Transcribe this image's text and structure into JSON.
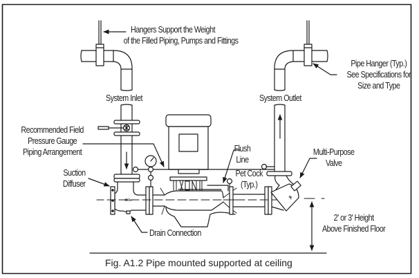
{
  "figure": {
    "caption": "Fig. A1.2  Pipe mounted supported at ceiling"
  },
  "labels": {
    "hangers_support": {
      "line1": "Hangers Support the Weight",
      "line2": "of the Filled Piping, Pumps and Fittings"
    },
    "pipe_hanger": {
      "line1": "Pipe Hanger (Typ.)",
      "line2": "See Specifications for",
      "line3": "Size and Type"
    },
    "system_inlet": "System Inlet",
    "system_outlet": "System Outlet",
    "pressure_gauge": {
      "line1": "Recommended Field",
      "line2": "Pressure Gauge",
      "line3": "Piping Arrangement"
    },
    "suction_diffuser": {
      "line1": "Suction",
      "line2": "Diffuser"
    },
    "flush_line": {
      "line1": "Flush",
      "line2": "Line"
    },
    "pet_cock": {
      "line1": "Pet Cock",
      "line2": "(Typ.)"
    },
    "multi_purpose_valve": {
      "line1": "Multi-Purpose",
      "line2": "Valve"
    },
    "drain_connection": "Drain Connection",
    "floor_height": {
      "line1": "2' or 3' Height",
      "line2": "Above Finished Floor"
    }
  },
  "colors": {
    "line": "#1a1a1a",
    "background": "#ffffff",
    "text": "#222222"
  }
}
